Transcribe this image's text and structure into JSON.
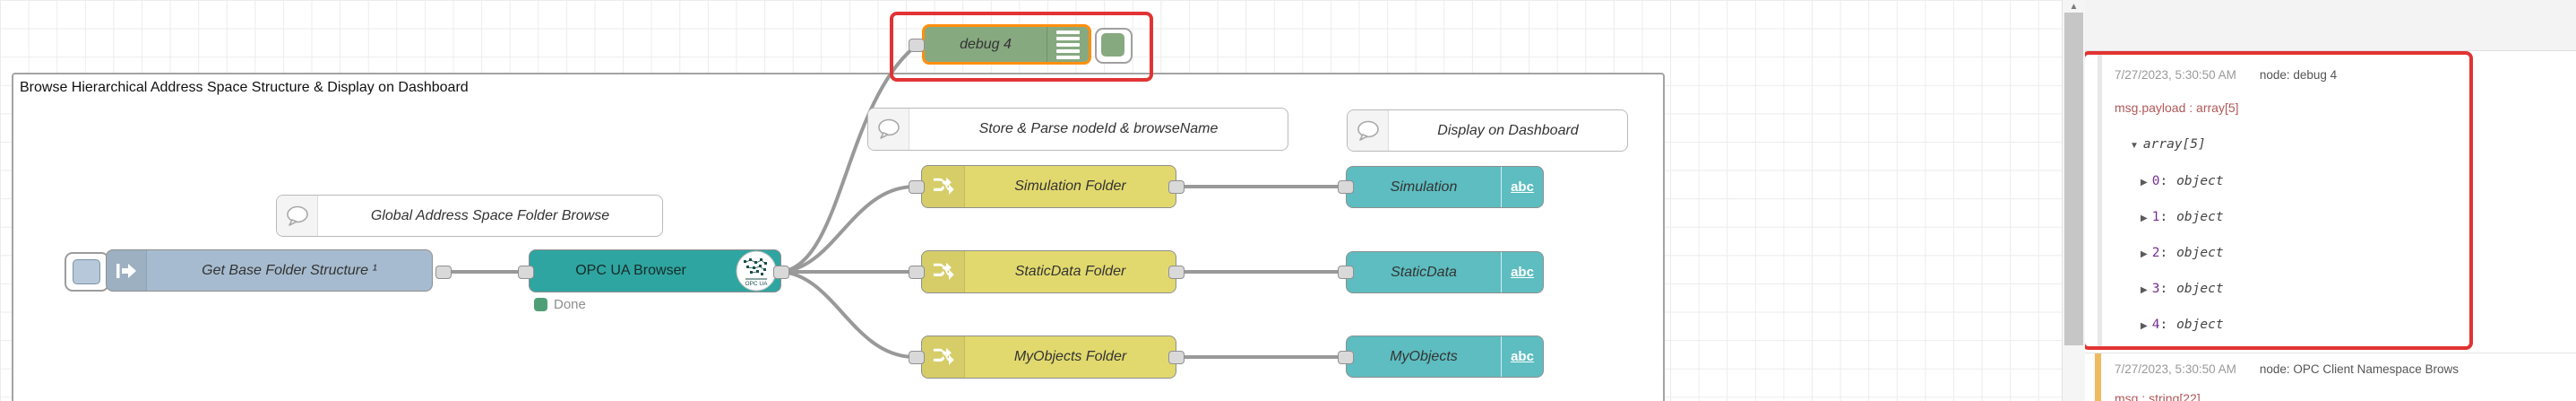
{
  "flow": {
    "group_title": "Browse Hierarchical Address Space Structure & Display on Dashboard",
    "comments": [
      {
        "label": "Global Address Space Folder Browse"
      },
      {
        "label": "Store & Parse nodeId & browseName"
      },
      {
        "label": "Display on Dashboard"
      }
    ],
    "inject_node": {
      "label": "Get Base Folder Structure ¹"
    },
    "opcua_node": {
      "label": "OPC UA Browser",
      "icon_text": "OPC UA",
      "status": "Done"
    },
    "debug_node": {
      "label": "debug 4"
    },
    "switch_nodes": [
      {
        "label": "Simulation Folder"
      },
      {
        "label": "StaticData Folder"
      },
      {
        "label": "MyObjects Folder"
      }
    ],
    "dashboard_nodes": [
      {
        "label": "Simulation",
        "icon_text": "abc"
      },
      {
        "label": "StaticData",
        "icon_text": "abc"
      },
      {
        "label": "MyObjects",
        "icon_text": "abc"
      }
    ],
    "colors": {
      "inject": "#a6bbcf",
      "opcua": "#2ea5a0",
      "switch": "#e2d96e",
      "dashboard": "#5dbdc0",
      "debug": "#87a980",
      "selected_border": "#ff8f0e",
      "wire": "#999999",
      "annotation": "#e23333",
      "status_green": "#4f9f76"
    }
  },
  "debug_panel": {
    "msg1": {
      "timestamp": "7/27/2023, 5:30:50 AM",
      "node": "node: debug 4",
      "payload_path": "msg.payload : array[5]",
      "root": "array[5]",
      "items": [
        {
          "key": "0",
          "type": "object"
        },
        {
          "key": "1",
          "type": "object"
        },
        {
          "key": "2",
          "type": "object"
        },
        {
          "key": "3",
          "type": "object"
        },
        {
          "key": "4",
          "type": "object"
        }
      ]
    },
    "msg2": {
      "timestamp": "7/27/2023, 5:30:50 AM",
      "node": "node: OPC Client Namespace Brows",
      "payload_path": "msg : string[22]"
    }
  }
}
